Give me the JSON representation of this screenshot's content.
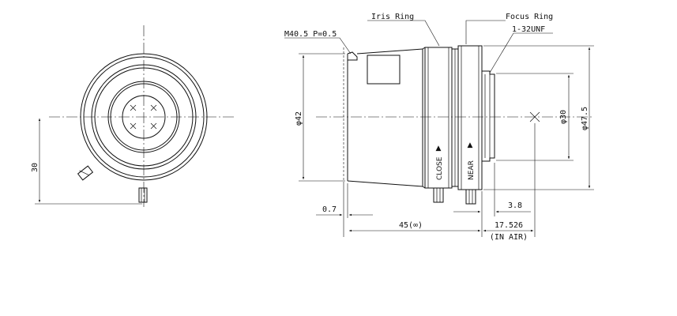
{
  "labels": {
    "iris_ring": "Iris Ring",
    "focus_ring": "Focus Ring",
    "mount_unf": "1-32UNF",
    "filter_thread": "M40.5 P=0.5",
    "close": "CLOSE",
    "near": "NEAR",
    "close_arrow": "▲",
    "near_arrow": "▲",
    "in_air": "(IN AIR)"
  },
  "dimensions": {
    "front_height": "30",
    "diameter_42": "φ42",
    "diameter_30": "φ30",
    "diameter_47_5": "φ47.5",
    "d_0_7": "0.7",
    "d_45": "45(∞)",
    "d_3_8": "3.8",
    "d_17_526": "17.526"
  }
}
